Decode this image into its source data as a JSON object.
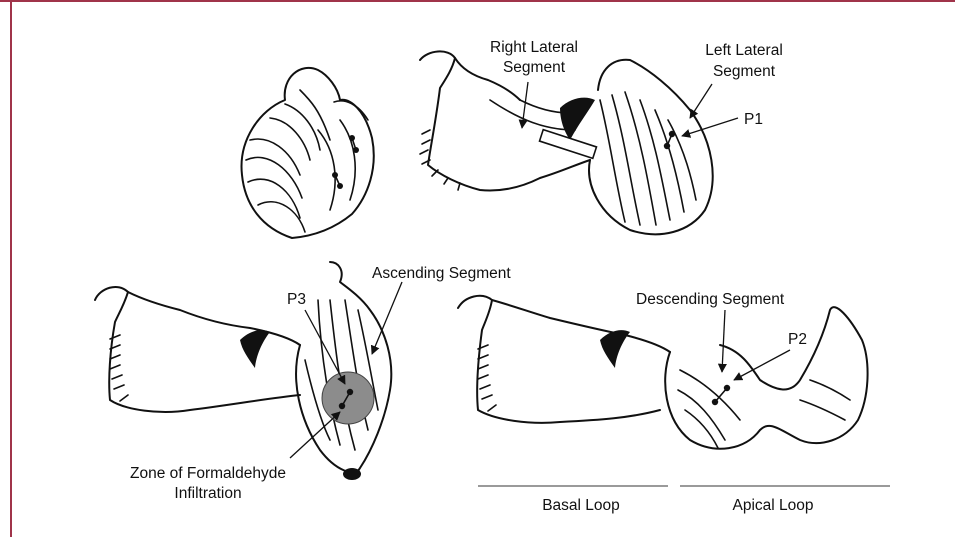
{
  "colors": {
    "frame": "#a0344a",
    "line": "#111111",
    "infiltration_zone": "#8c8c8c",
    "loop_bar": "#9a9a9a"
  },
  "labels": {
    "right_lateral": [
      "Right Lateral",
      "Segment"
    ],
    "left_lateral": [
      "Left Lateral",
      "Segment"
    ],
    "p1": "P1",
    "p2": "P2",
    "p3": "P3",
    "ascending": "Ascending Segment",
    "descending": "Descending Segment",
    "formaldehyde": [
      "Zone of Formaldehyde",
      "Infiltration"
    ],
    "basal_loop": "Basal Loop",
    "apical_loop": "Apical Loop"
  }
}
